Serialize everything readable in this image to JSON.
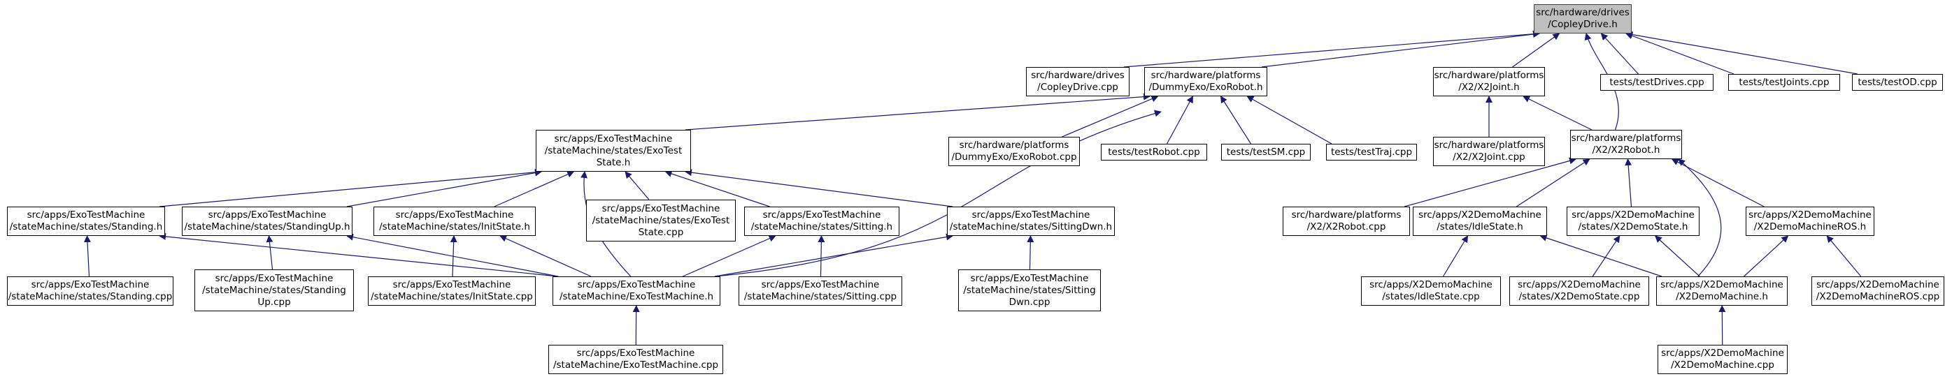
{
  "colors": {
    "edge": "#191970",
    "root_fill": "#bfbfbf",
    "node_fill": "#ffffff",
    "border": "#000000"
  },
  "nodes": [
    {
      "id": "copley_h",
      "lines": [
        "src/hardware/drives",
        "/CopleyDrive.h"
      ],
      "root": true
    },
    {
      "id": "copley_cpp",
      "lines": [
        "src/hardware/drives",
        "/CopleyDrive.cpp"
      ]
    },
    {
      "id": "exorobot_h",
      "lines": [
        "src/hardware/platforms",
        "/DummyExo/ExoRobot.h"
      ]
    },
    {
      "id": "x2joint_h",
      "lines": [
        "src/hardware/platforms",
        "/X2/X2Joint.h"
      ]
    },
    {
      "id": "testdrives",
      "lines": [
        "tests/testDrives.cpp"
      ]
    },
    {
      "id": "testjoints",
      "lines": [
        "tests/testJoints.cpp"
      ]
    },
    {
      "id": "testod",
      "lines": [
        "tests/testOD.cpp"
      ]
    },
    {
      "id": "exoteststate_h",
      "lines": [
        "src/apps/ExoTestMachine",
        "/stateMachine/states/ExoTest",
        "State.h"
      ]
    },
    {
      "id": "exorobot_cpp",
      "lines": [
        "src/hardware/platforms",
        "/DummyExo/ExoRobot.cpp"
      ]
    },
    {
      "id": "testrobot",
      "lines": [
        "tests/testRobot.cpp"
      ]
    },
    {
      "id": "testsm",
      "lines": [
        "tests/testSM.cpp"
      ]
    },
    {
      "id": "testtraj",
      "lines": [
        "tests/testTraj.cpp"
      ]
    },
    {
      "id": "x2joint_cpp",
      "lines": [
        "src/hardware/platforms",
        "/X2/X2Joint.cpp"
      ]
    },
    {
      "id": "x2robot_h",
      "lines": [
        "src/hardware/platforms",
        "/X2/X2Robot.h"
      ]
    },
    {
      "id": "standing_h",
      "lines": [
        "src/apps/ExoTestMachine",
        "/stateMachine/states/Standing.h"
      ]
    },
    {
      "id": "standingup_h",
      "lines": [
        "src/apps/ExoTestMachine",
        "/stateMachine/states/StandingUp.h"
      ]
    },
    {
      "id": "initstate_h",
      "lines": [
        "src/apps/ExoTestMachine",
        "/stateMachine/states/InitState.h"
      ]
    },
    {
      "id": "exoteststate_cpp",
      "lines": [
        "src/apps/ExoTestMachine",
        "/stateMachine/states/ExoTest",
        "State.cpp"
      ]
    },
    {
      "id": "sitting_h",
      "lines": [
        "src/apps/ExoTestMachine",
        "/stateMachine/states/Sitting.h"
      ]
    },
    {
      "id": "sittingdwn_h",
      "lines": [
        "src/apps/ExoTestMachine",
        "/stateMachine/states/SittingDwn.h"
      ]
    },
    {
      "id": "x2robot_cpp",
      "lines": [
        "src/hardware/platforms",
        "/X2/X2Robot.cpp"
      ]
    },
    {
      "id": "idlestate_h",
      "lines": [
        "src/apps/X2DemoMachine",
        "/states/IdleState.h"
      ]
    },
    {
      "id": "x2demostate_h",
      "lines": [
        "src/apps/X2DemoMachine",
        "/states/X2DemoState.h"
      ]
    },
    {
      "id": "x2demoros_h",
      "lines": [
        "src/apps/X2DemoMachine",
        "/X2DemoMachineROS.h"
      ]
    },
    {
      "id": "standing_cpp",
      "lines": [
        "src/apps/ExoTestMachine",
        "/stateMachine/states/Standing.cpp"
      ]
    },
    {
      "id": "standingup_cpp",
      "lines": [
        "src/apps/ExoTestMachine",
        "/stateMachine/states/Standing",
        "Up.cpp"
      ]
    },
    {
      "id": "initstate_cpp",
      "lines": [
        "src/apps/ExoTestMachine",
        "/stateMachine/states/InitState.cpp"
      ]
    },
    {
      "id": "exotestmachine_h",
      "lines": [
        "src/apps/ExoTestMachine",
        "/stateMachine/ExoTestMachine.h"
      ]
    },
    {
      "id": "sitting_cpp",
      "lines": [
        "src/apps/ExoTestMachine",
        "/stateMachine/states/Sitting.cpp"
      ]
    },
    {
      "id": "sittingdwn_cpp",
      "lines": [
        "src/apps/ExoTestMachine",
        "/stateMachine/states/Sitting",
        "Dwn.cpp"
      ]
    },
    {
      "id": "idlestate_cpp",
      "lines": [
        "src/apps/X2DemoMachine",
        "/states/IdleState.cpp"
      ]
    },
    {
      "id": "x2demostate_cpp",
      "lines": [
        "src/apps/X2DemoMachine",
        "/states/X2DemoState.cpp"
      ]
    },
    {
      "id": "x2demomachine_h",
      "lines": [
        "src/apps/X2DemoMachine",
        "/X2DemoMachine.h"
      ]
    },
    {
      "id": "x2demoros_cpp",
      "lines": [
        "src/apps/X2DemoMachine",
        "/X2DemoMachineROS.cpp"
      ]
    },
    {
      "id": "exotestmachine_cpp",
      "lines": [
        "src/apps/ExoTestMachine",
        "/stateMachine/ExoTestMachine.cpp"
      ]
    },
    {
      "id": "x2demomachine_cpp",
      "lines": [
        "src/apps/X2DemoMachine",
        "/X2DemoMachine.cpp"
      ]
    }
  ],
  "edges": [
    [
      "copley_cpp",
      "copley_h"
    ],
    [
      "exorobot_h",
      "copley_h"
    ],
    [
      "x2joint_h",
      "copley_h"
    ],
    [
      "x2robot_h",
      "copley_h"
    ],
    [
      "testdrives",
      "copley_h"
    ],
    [
      "testjoints",
      "copley_h"
    ],
    [
      "testod",
      "copley_h"
    ],
    [
      "exoteststate_h",
      "exorobot_h"
    ],
    [
      "exorobot_cpp",
      "exorobot_h"
    ],
    [
      "testrobot",
      "exorobot_h"
    ],
    [
      "testsm",
      "exorobot_h"
    ],
    [
      "testtraj",
      "exorobot_h"
    ],
    [
      "exotestmachine_h",
      "exorobot_h"
    ],
    [
      "x2joint_cpp",
      "x2joint_h"
    ],
    [
      "x2robot_h",
      "x2joint_h"
    ],
    [
      "standing_h",
      "exoteststate_h"
    ],
    [
      "standingup_h",
      "exoteststate_h"
    ],
    [
      "initstate_h",
      "exoteststate_h"
    ],
    [
      "exoteststate_cpp",
      "exoteststate_h"
    ],
    [
      "sitting_h",
      "exoteststate_h"
    ],
    [
      "sittingdwn_h",
      "exoteststate_h"
    ],
    [
      "exotestmachine_h",
      "exoteststate_h"
    ],
    [
      "x2robot_cpp",
      "x2robot_h"
    ],
    [
      "idlestate_h",
      "x2robot_h"
    ],
    [
      "x2demostate_h",
      "x2robot_h"
    ],
    [
      "x2demoros_h",
      "x2robot_h"
    ],
    [
      "x2demomachine_h",
      "x2robot_h"
    ],
    [
      "standing_cpp",
      "standing_h"
    ],
    [
      "exotestmachine_h",
      "standing_h"
    ],
    [
      "standingup_cpp",
      "standingup_h"
    ],
    [
      "exotestmachine_h",
      "standingup_h"
    ],
    [
      "initstate_cpp",
      "initstate_h"
    ],
    [
      "exotestmachine_h",
      "initstate_h"
    ],
    [
      "sitting_cpp",
      "sitting_h"
    ],
    [
      "exotestmachine_h",
      "sitting_h"
    ],
    [
      "sittingdwn_cpp",
      "sittingdwn_h"
    ],
    [
      "exotestmachine_h",
      "sittingdwn_h"
    ],
    [
      "idlestate_cpp",
      "idlestate_h"
    ],
    [
      "x2demomachine_h",
      "idlestate_h"
    ],
    [
      "x2demostate_cpp",
      "x2demostate_h"
    ],
    [
      "x2demomachine_h",
      "x2demostate_h"
    ],
    [
      "x2demoros_cpp",
      "x2demoros_h"
    ],
    [
      "x2demomachine_h",
      "x2demoros_h"
    ],
    [
      "exotestmachine_cpp",
      "exotestmachine_h"
    ],
    [
      "x2demomachine_cpp",
      "x2demomachine_h"
    ]
  ]
}
